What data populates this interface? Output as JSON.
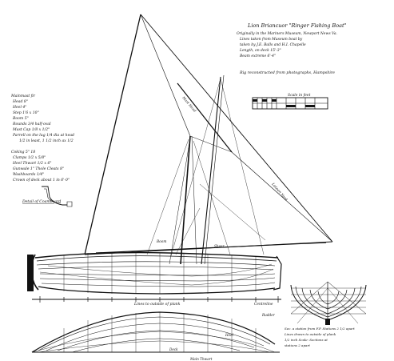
{
  "title_block": {
    "title": "Lion Briancuor \"Ringer Fishing Boat\"",
    "line_1": "Originally in the Mariners Museum, Newport News Va.",
    "line_2": "Lines taken from Museum boat by",
    "line_3": "taken by J.E. Balls and H.I. Chapelle",
    "line_4": "Length, on deck 15'-3\"",
    "line_5": "Beam extreme 6'-4\"",
    "rig_note": "Rig reconstructed from photographs, Hampshire"
  },
  "spec_notes_mast": [
    "Mainmast fir",
    "Head 8\"",
    "Heel 4\"",
    "Step 1'6 x 10\"",
    "Boom 5\"",
    "Rounds 3/4 half-oval",
    "Mast Cap 1/8 x 1/2\"",
    "Parrell on the lug 1/4 dia at head",
    "1/2 in least, 1 1/2 inch ax 1/2"
  ],
  "spec_notes_hull": [
    "Coking 5\" 18",
    "Clamps 1/2 x 5/8\"",
    "Heel Thwart 1/2 x 6\"",
    "Gunwale 1\" Thole Cleats 8\"",
    "Washboards 1/4\"",
    "Crown of deck about 1 in 6'-0\""
  ],
  "detail_label": "Detail of Coamboard",
  "scale_bar_title": "Scale in feet",
  "baseline_label": "Lines to outside of plank",
  "label_centerline": "Centreline",
  "label_rudder": "Rudder",
  "label_sheer": "Sheer",
  "label_deck": "Deck",
  "label_main_thwart": "Main Thwart",
  "label_boom": "Boom",
  "label_yard": "Lateen Yard",
  "label_mast_head": "Mast Head",
  "label_heel": "Heel",
  "section_note_1": "Sec. a station from F.P. Stations 2 1/2 apart",
  "section_note_2": "Lines drawn to outside of plank",
  "section_note_3": "1/2 inch Scale: Sections at ",
  "section_note_4": "stations 2 apart"
}
